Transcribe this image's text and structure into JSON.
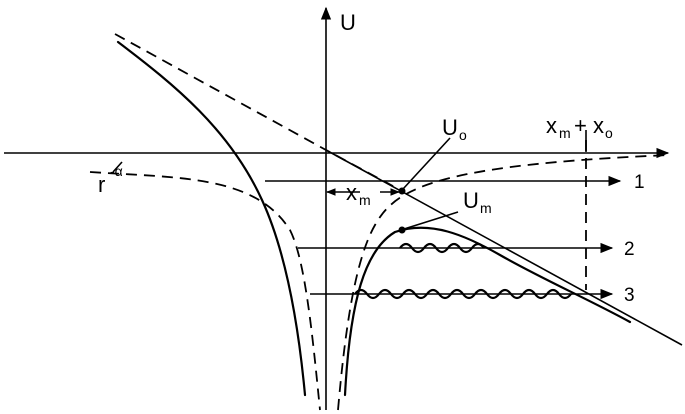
{
  "labels": {
    "u_axis": "U",
    "u0_main": "U",
    "u0_sub": "o",
    "um_main": "U",
    "um_sub": "m",
    "xm_main": "x",
    "xm_sub": "m",
    "r_main": "r",
    "r_sup": "-α",
    "xmxo_x1": "x",
    "xmxo_sub1": "m",
    "xmxo_plus": "+ x",
    "xmxo_sub2": "o",
    "level_1": "1",
    "level_2": "2",
    "level_3": "3"
  }
}
